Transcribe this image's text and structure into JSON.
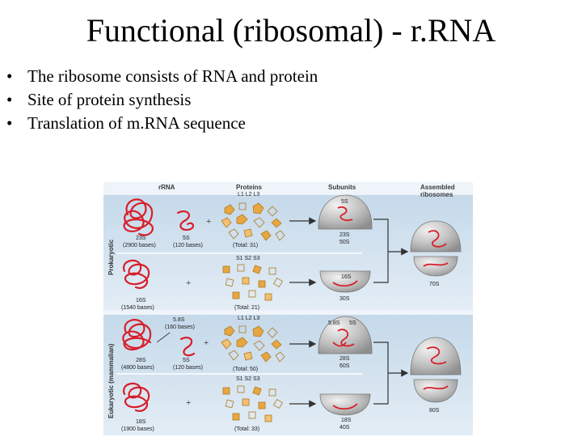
{
  "slide": {
    "title": "Functional (ribosomal) - r.RNA",
    "bullets": [
      "The ribosome consists of RNA and protein",
      "Site of protein synthesis",
      "Translation of m.RNA sequence"
    ]
  },
  "figure": {
    "column_headers": {
      "rrna": "rRNA",
      "proteins": "Proteins",
      "subunits": "Subunits",
      "assembled_1": "Assembled",
      "assembled_2": "ribosomes"
    },
    "row_labels": {
      "prokaryotic": "Prokaryotic",
      "eukaryotic": "Eukaryotic (mammalian)"
    },
    "prokaryotic": {
      "large": {
        "protein_letters": "L1  L2  L3",
        "rna_a": "23S",
        "rna_a_bases": "(2900 bases)",
        "rna_b": "5S",
        "rna_b_bases": "(120 bases)",
        "total": "(Total: 31)",
        "subunit_rna_top": "5S",
        "subunit_rna_bottom": "23S",
        "subunit": "50S"
      },
      "small": {
        "protein_letters": "S1  S2  S3",
        "rna": "16S",
        "rna_bases": "(1540 bases)",
        "total": "(Total: 21)",
        "subunit_rna": "16S",
        "subunit": "30S"
      },
      "assembled": "70S"
    },
    "eukaryotic": {
      "large": {
        "protein_letters": "L1  L2  L3",
        "rna_a": "28S",
        "rna_a_bases": "(4800 bases)",
        "rna_b": "5S",
        "rna_b_bases": "(120 bases)",
        "rna_c": "5.8S",
        "rna_c_bases": "(160 bases)",
        "total": "(Total: 50)",
        "subunit_rna_a": "5.8S",
        "subunit_rna_b": "5S",
        "subunit_rna_c": "28S",
        "subunit": "60S"
      },
      "small": {
        "protein_letters": "S1  S2  S3",
        "rna": "18S",
        "rna_bases": "(1900 bases)",
        "total": "(Total: 33)",
        "subunit_rna": "18S",
        "subunit": "40S"
      },
      "assembled": "80S"
    },
    "plus": "+",
    "colors": {
      "rna": "#d81e2a",
      "protein_fill": "#e8a640",
      "protein_stroke": "#b07a20",
      "band_top": "#cfe0ee",
      "band_bottom": "#dbe8f2",
      "subunit": "#b9b9b9"
    }
  }
}
